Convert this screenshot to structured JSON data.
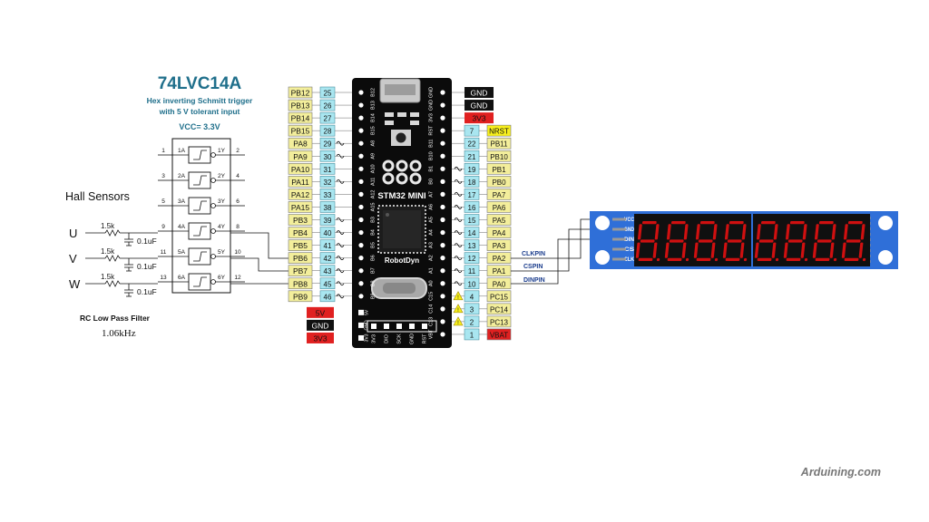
{
  "ic": {
    "name": "74LVC14A",
    "desc_line1": "Hex inverting Schmitt trigger",
    "desc_line2": "with 5 V tolerant input",
    "vcc": "VCC= 3.3V",
    "pins_left": [
      {
        "num": "1",
        "name": "1A"
      },
      {
        "num": "3",
        "name": "2A"
      },
      {
        "num": "5",
        "name": "3A"
      },
      {
        "num": "9",
        "name": "4A"
      },
      {
        "num": "11",
        "name": "5A"
      },
      {
        "num": "13",
        "name": "6A"
      }
    ],
    "pins_right": [
      {
        "num": "2",
        "name": "1Y"
      },
      {
        "num": "4",
        "name": "2Y"
      },
      {
        "num": "6",
        "name": "3Y"
      },
      {
        "num": "8",
        "name": "4Y"
      },
      {
        "num": "10",
        "name": "5Y"
      },
      {
        "num": "12",
        "name": "6Y"
      }
    ]
  },
  "hall": {
    "title": "Hall Sensors",
    "phases": [
      "U",
      "V",
      "W"
    ],
    "resistor": "1.5k",
    "capacitor": "0.1uF"
  },
  "filter": {
    "label": "RC Low Pass Filter",
    "freq": "1.06kHz"
  },
  "board": {
    "name": "STM32 MINI",
    "brand": "RobotDyn",
    "left_ports": [
      "PB12",
      "PB13",
      "PB14",
      "PB15",
      "PA8",
      "PA9",
      "PA10",
      "PA11",
      "PA12",
      "PA15",
      "PB3",
      "PB4",
      "PB5",
      "PB6",
      "PB7",
      "PB8",
      "PB9"
    ],
    "left_nums": [
      "25",
      "26",
      "27",
      "28",
      "29",
      "30",
      "31",
      "32",
      "33",
      "38",
      "39",
      "40",
      "41",
      "42",
      "43",
      "45",
      "46"
    ],
    "left_power": [
      "5V",
      "GND",
      "3V3"
    ],
    "right_special": [
      "GND",
      "GND",
      "3V3"
    ],
    "right_nums": [
      "7",
      "22",
      "21",
      "19",
      "18",
      "17",
      "16",
      "15",
      "14",
      "13",
      "12",
      "11",
      "10",
      "4",
      "3",
      "2",
      "1"
    ],
    "right_ports": [
      "NRST",
      "PB11",
      "PB10",
      "PB1",
      "PB0",
      "PA7",
      "PA6",
      "PA5",
      "PA4",
      "PA3",
      "PA2",
      "PA1",
      "PA0",
      "PC15",
      "PC14",
      "PC13",
      "VBAT"
    ],
    "chip_left_labels": [
      "B12",
      "B13",
      "B14",
      "B15",
      "A8",
      "A9",
      "A10",
      "A11",
      "A12",
      "A15",
      "B3",
      "B4",
      "B5",
      "B6",
      "B7",
      "B8",
      "B9"
    ],
    "chip_right_labels": [
      "GND",
      "GND",
      "3V3",
      "RST",
      "B11",
      "B10",
      "B1",
      "B0",
      "A7",
      "A6",
      "A5",
      "A4",
      "A3",
      "A2",
      "A1",
      "A0",
      "C15",
      "C14",
      "C13",
      "VBT"
    ],
    "bottom_labels": [
      "3V3",
      "DIO",
      "SCK",
      "GND",
      "RST"
    ],
    "side_labels": [
      "5V",
      "GND",
      "3V3"
    ]
  },
  "display": {
    "pins": [
      "VCC",
      "GND",
      "DIN",
      "CS",
      "CLK"
    ],
    "signals": [
      "CLKPIN",
      "CSPIN",
      "DINPIN"
    ]
  },
  "credit": "Arduining.com",
  "colors": {
    "title_blue": "#1f6f8b",
    "num_fill": "#a9e6f0",
    "port_fill": "#f3ee9b",
    "red": "#e02020",
    "black": "#111111",
    "yellow": "#f7ef1c",
    "display_blue": "#2f6fd8",
    "signal_blue": "#1a3c8c"
  }
}
